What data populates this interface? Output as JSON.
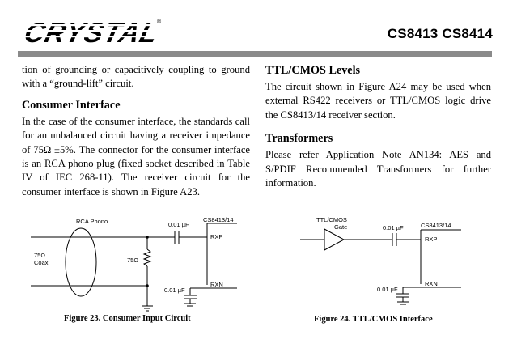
{
  "header": {
    "logo_text": "CRYSTAL",
    "title": "CS8413 CS8414"
  },
  "left_column": {
    "continuation": "tion of grounding or capacitively coupling to ground with a “ground-lift” circuit.",
    "heading": "Consumer Interface",
    "body": "In the case of the consumer interface, the standards call for an unbalanced circuit having a receiver impedance of 75Ω ±5%. The connector for the consumer interface is an RCA phono plug (fixed socket described in Table IV of IEC 268-11). The receiver circuit for the consumer interface is shown in Figure A23."
  },
  "right_column": {
    "heading1": "TTL/CMOS Levels",
    "body1": "The circuit shown in Figure A24 may be used when external RS422 receivers or TTL/CMOS logic drive the CS8413/14 receiver section.",
    "heading2": "Transformers",
    "body2": "Please refer Application Note AN134: AES and S/PDIF Recommended Transformers for further information."
  },
  "figure23": {
    "rca_label": "RCA Phono",
    "coax_label_1": "75Ω",
    "coax_label_2": "Coax",
    "resistor_label": "75Ω",
    "cap_top_label": "0.01 µF",
    "cap_bottom_label": "0.01 µF",
    "chip_label": "CS8413/14",
    "rxp_label": "RXP",
    "rxn_label": "RXN",
    "caption": "Figure 23.  Consumer Input Circuit"
  },
  "figure24": {
    "gate_label_1": "TTL/CMOS",
    "gate_label_2": "Gate",
    "cap_top_label": "0.01 µF",
    "cap_bottom_label": "0.01 µF",
    "chip_label": "CS8413/14",
    "rxp_label": "RXP",
    "rxn_label": "RXN",
    "caption": "Figure 24.  TTL/CMOS Interface"
  }
}
